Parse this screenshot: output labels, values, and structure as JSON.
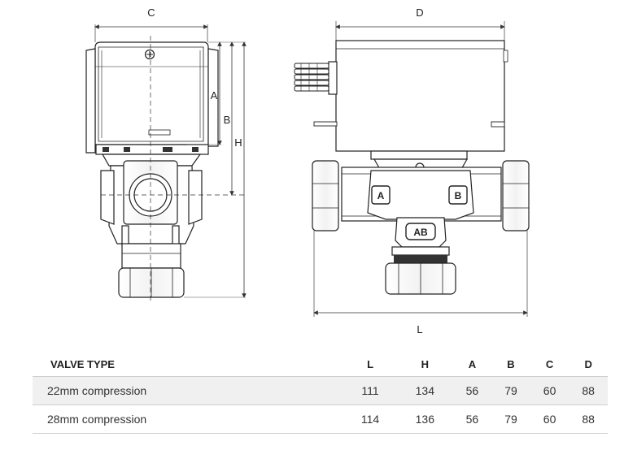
{
  "drawing": {
    "side_view": {
      "dim_width": "C",
      "dim_heights": [
        "A",
        "B",
        "H"
      ]
    },
    "front_view": {
      "dim_width": "D",
      "dim_length": "L",
      "ports": [
        "A",
        "B",
        "AB"
      ]
    }
  },
  "table": {
    "headers": [
      "VALVE TYPE",
      "L",
      "H",
      "A",
      "B",
      "C",
      "D"
    ],
    "rows": [
      [
        "22mm compression",
        "111",
        "134",
        "56",
        "79",
        "60",
        "88"
      ],
      [
        "28mm compression",
        "114",
        "136",
        "56",
        "79",
        "60",
        "88"
      ]
    ]
  }
}
